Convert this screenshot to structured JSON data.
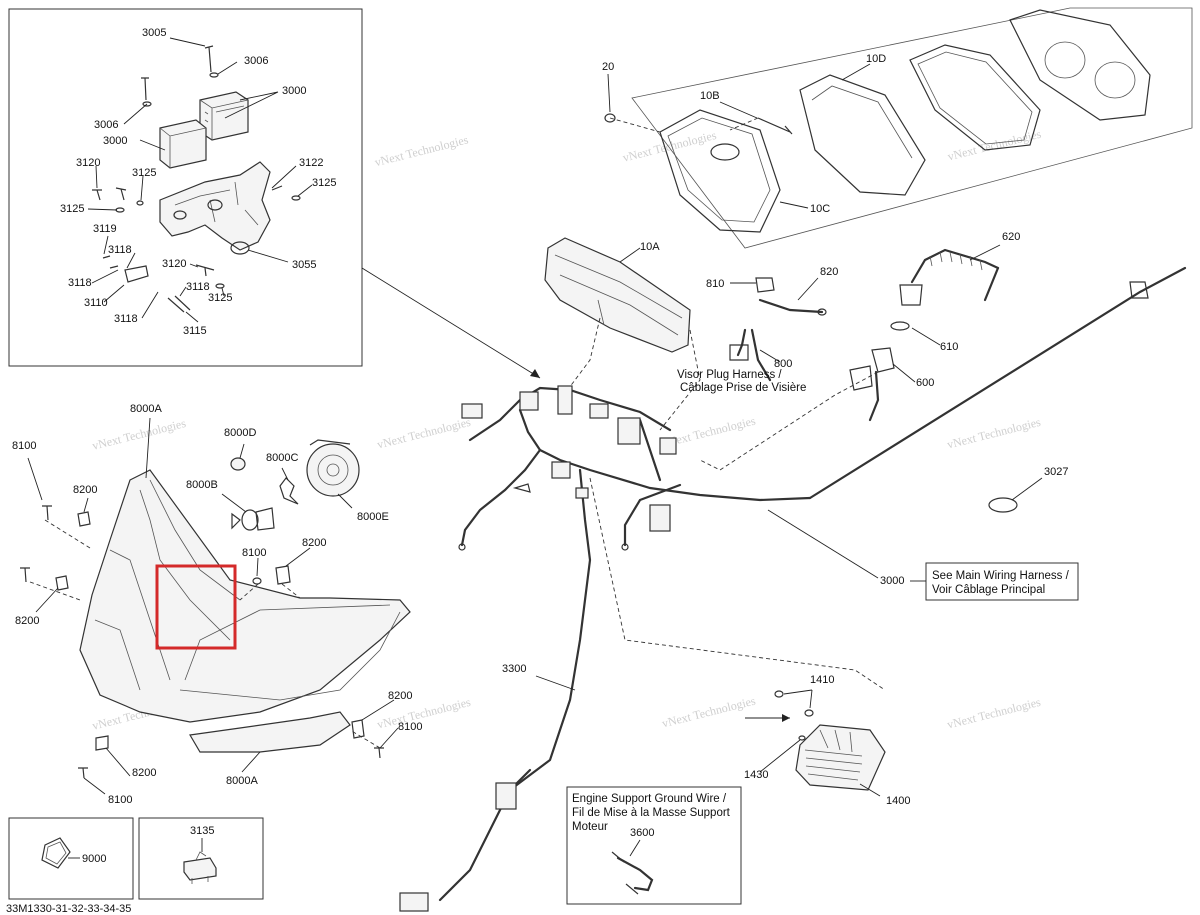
{
  "diagram_code": "33M1330-31-32-33-34-35",
  "watermark": "vNext Technologies",
  "notes": {
    "visor_harness": [
      "Visor Plug Harness /",
      "Câblage Prise de Visière"
    ],
    "main_harness": [
      "See Main Wiring Harness /",
      "Voir Câblage Principal"
    ],
    "ground_wire": [
      "Engine Support Ground Wire /",
      "Fil de Mise à la Masse Support",
      "Moteur"
    ]
  },
  "part_labels": {
    "p3005": "3005",
    "p3006a": "3006",
    "p3000a": "3000",
    "p3006b": "3006",
    "p3000b": "3000",
    "p3120a": "3120",
    "p3125a": "3125",
    "p3122": "3122",
    "p3125b": "3125",
    "p3125c": "3125",
    "p3119": "3119",
    "p3118a": "3118",
    "p3118b": "3118",
    "p3110": "3110",
    "p3120b": "3120",
    "p3118c": "3118",
    "p3125d": "3125",
    "p3055": "3055",
    "p3118d": "3118",
    "p3115": "3115",
    "p20": "20",
    "p10B": "10B",
    "p10D": "10D",
    "p10C": "10C",
    "p10A": "10A",
    "p810": "810",
    "p820": "820",
    "p800": "800",
    "p620": "620",
    "p610": "610",
    "p600": "600",
    "p3027": "3027",
    "p3000c": "3000",
    "p8000A_top": "8000A",
    "p8100a": "8100",
    "p8200a": "8200",
    "p8000D": "8000D",
    "p8000C": "8000C",
    "p8000B": "8000B",
    "p8000E": "8000E",
    "p8100b": "8100",
    "p8200b": "8200",
    "p8200c": "8200",
    "p8200d": "8200",
    "p8100c": "8100",
    "p8200e": "8200",
    "p8100d": "8100",
    "p8000A_bot": "8000A",
    "p3300": "3300",
    "p1410": "1410",
    "p1430": "1430",
    "p1400": "1400",
    "p3600": "3600",
    "p9000": "9000",
    "p3135": "3135"
  }
}
